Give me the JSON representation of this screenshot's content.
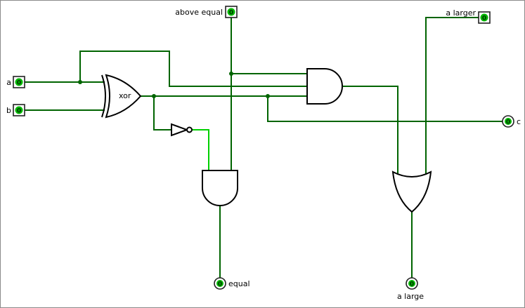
{
  "circuit": {
    "inputs": [
      {
        "id": "a",
        "label": "a",
        "value": "0"
      },
      {
        "id": "b",
        "label": "b",
        "value": "0"
      },
      {
        "id": "above_equal",
        "label": "above equal",
        "value": "0"
      },
      {
        "id": "a_larger",
        "label": "a larger",
        "value": "0"
      }
    ],
    "outputs": [
      {
        "id": "c",
        "label": "c",
        "value": "0"
      },
      {
        "id": "equal",
        "label": "equal",
        "value": "0"
      },
      {
        "id": "a_large",
        "label": "a large",
        "value": "0"
      }
    ],
    "gates": [
      {
        "id": "xor",
        "type": "XOR",
        "label": "xor"
      },
      {
        "id": "not",
        "type": "NOT",
        "label": ""
      },
      {
        "id": "and_top",
        "type": "AND",
        "label": ""
      },
      {
        "id": "and_bottom",
        "type": "AND",
        "label": ""
      },
      {
        "id": "or_bottom",
        "type": "OR",
        "label": ""
      }
    ],
    "nets": [
      {
        "from": "a",
        "to": [
          "xor.in1",
          "and_top.in2"
        ],
        "state": "low"
      },
      {
        "from": "b",
        "to": [
          "xor.in2"
        ],
        "state": "low"
      },
      {
        "from": "xor.out",
        "to": [
          "and_top.in3",
          "not.in",
          "c"
        ],
        "state": "low"
      },
      {
        "from": "not.out",
        "to": [
          "and_bottom.in1"
        ],
        "state": "high"
      },
      {
        "from": "above_equal",
        "to": [
          "and_top.in1",
          "and_bottom.in2"
        ],
        "state": "low"
      },
      {
        "from": "and_top.out",
        "to": [
          "or_bottom.in1"
        ],
        "state": "low"
      },
      {
        "from": "a_larger",
        "to": [
          "or_bottom.in2"
        ],
        "state": "low"
      },
      {
        "from": "and_bottom.out",
        "to": [
          "equal"
        ],
        "state": "low"
      },
      {
        "from": "or_bottom.out",
        "to": [
          "a_large"
        ],
        "state": "low"
      }
    ],
    "colors": {
      "wire_low": "#006400",
      "wire_high": "#00d000",
      "pin_fill": "#00b800",
      "gate_stroke": "#000000",
      "label_color": "#000000"
    }
  }
}
